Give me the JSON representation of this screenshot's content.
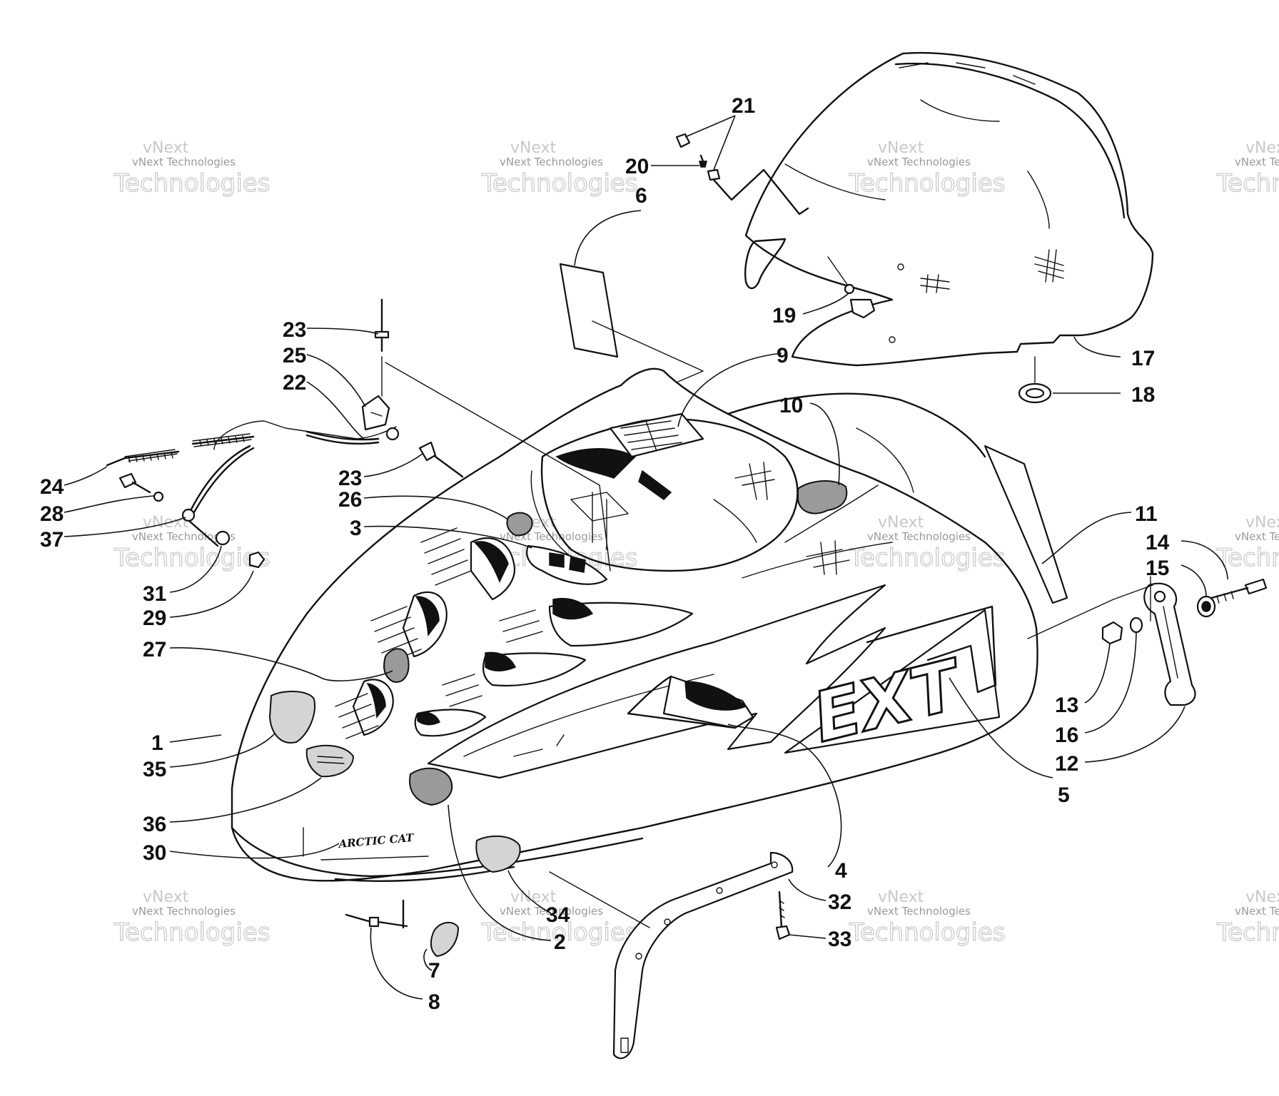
{
  "brand_decal": "ARCTIC CAT",
  "model_decal": "EXT",
  "watermark": {
    "line1": "vNext",
    "line2": "vNext Technologies",
    "line3": "Technologies"
  },
  "callouts": [
    {
      "id": "1",
      "text": "1"
    },
    {
      "id": "2",
      "text": "2"
    },
    {
      "id": "3",
      "text": "3"
    },
    {
      "id": "4",
      "text": "4"
    },
    {
      "id": "5",
      "text": "5"
    },
    {
      "id": "6",
      "text": "6"
    },
    {
      "id": "7",
      "text": "7"
    },
    {
      "id": "8",
      "text": "8"
    },
    {
      "id": "9",
      "text": "9"
    },
    {
      "id": "10",
      "text": "10"
    },
    {
      "id": "11",
      "text": "11"
    },
    {
      "id": "12",
      "text": "12"
    },
    {
      "id": "13",
      "text": "13"
    },
    {
      "id": "14",
      "text": "14"
    },
    {
      "id": "15",
      "text": "15"
    },
    {
      "id": "16",
      "text": "16"
    },
    {
      "id": "17",
      "text": "17"
    },
    {
      "id": "18",
      "text": "18"
    },
    {
      "id": "19",
      "text": "19"
    },
    {
      "id": "20",
      "text": "20"
    },
    {
      "id": "21",
      "text": "21"
    },
    {
      "id": "22",
      "text": "22"
    },
    {
      "id": "23a",
      "text": "23"
    },
    {
      "id": "23b",
      "text": "23"
    },
    {
      "id": "24",
      "text": "24"
    },
    {
      "id": "25",
      "text": "25"
    },
    {
      "id": "26",
      "text": "26"
    },
    {
      "id": "27",
      "text": "27"
    },
    {
      "id": "28",
      "text": "28"
    },
    {
      "id": "29",
      "text": "29"
    },
    {
      "id": "30",
      "text": "30"
    },
    {
      "id": "31",
      "text": "31"
    },
    {
      "id": "32",
      "text": "32"
    },
    {
      "id": "33",
      "text": "33"
    },
    {
      "id": "34",
      "text": "34"
    },
    {
      "id": "35",
      "text": "35"
    },
    {
      "id": "36",
      "text": "36"
    },
    {
      "id": "37",
      "text": "37"
    }
  ]
}
